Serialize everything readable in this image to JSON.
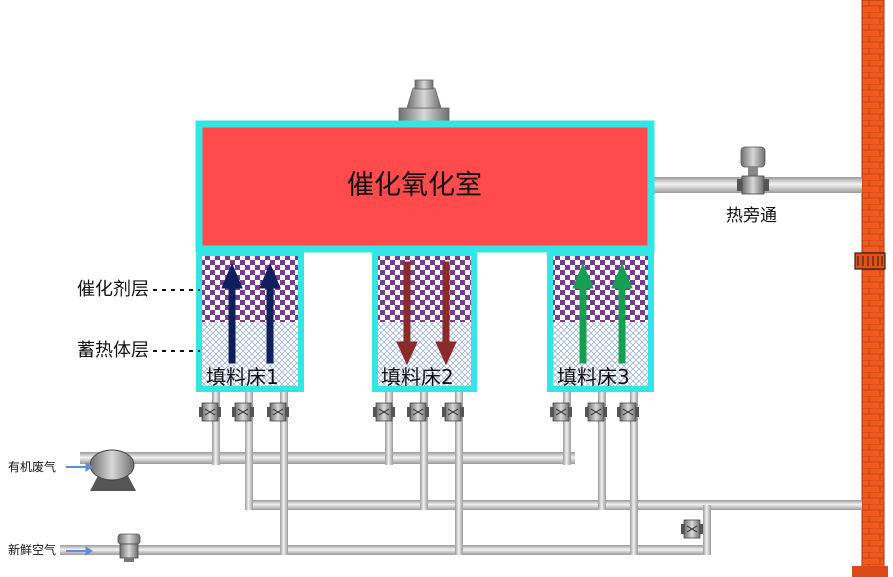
{
  "chamber": {
    "title": "催化氧化室",
    "fill": "#ff4b4b",
    "border": "#33e6e6"
  },
  "beds": [
    {
      "label": "填料床1",
      "arrow_direction": "up",
      "arrow_color": "#0d1f5c"
    },
    {
      "label": "填料床2",
      "arrow_direction": "down",
      "arrow_color": "#8b2a2a"
    },
    {
      "label": "填料床3",
      "arrow_direction": "up",
      "arrow_color": "#14a050"
    }
  ],
  "layers": {
    "catalyst": "催化剂层",
    "heat_storage": "蓄热体层"
  },
  "bypass": {
    "label": "热旁通"
  },
  "inlets": {
    "organic_waste_gas": "有机废气",
    "fresh_air": "新鲜空气"
  },
  "colors": {
    "pipe": "#c8c8c8",
    "chimney": "#f05a1e",
    "catalyst_checker": "#7b3a92",
    "heat_grid": "#9fb4d8"
  }
}
